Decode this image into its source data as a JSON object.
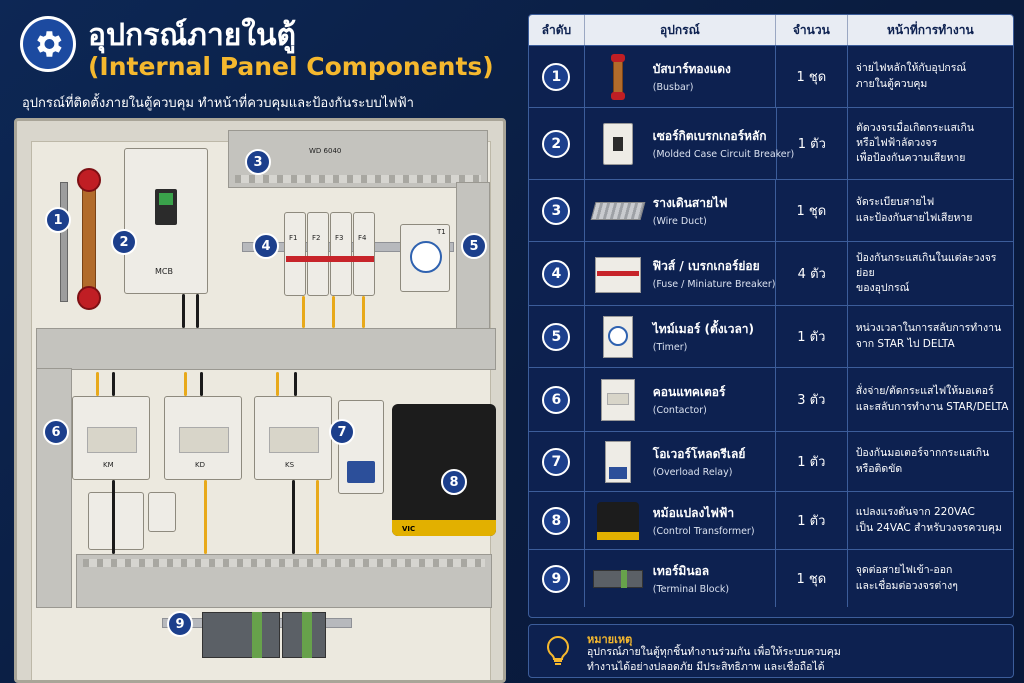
{
  "header": {
    "title_th": "อุปกรณ์ภายในตู้",
    "title_en": "(Internal Panel Components)",
    "subtitle": "อุปกรณ์ที่ติดตั้งภายในตู้ควบคุม ทำหน้าที่ควบคุมและป้องกันระบบไฟฟ้า",
    "icon": "gear-icon"
  },
  "panel": {
    "markers": [
      "1",
      "2",
      "3",
      "4",
      "5",
      "6",
      "7",
      "8",
      "9"
    ],
    "labels": {
      "mcb": "MCB",
      "fuse": [
        "F1",
        "F2",
        "F3",
        "F4"
      ],
      "timer": "T1",
      "contactors": [
        "KM",
        "KD",
        "KS"
      ],
      "transformer_brand": "VIC",
      "duct_mark": "WD 6040"
    }
  },
  "table": {
    "headers": [
      "ลำดับ",
      "อุปกรณ์",
      "จำนวน",
      "หน้าที่การทำงาน"
    ],
    "rows": [
      {
        "no": "1",
        "name_th": "บัสบาร์ทองแดง",
        "name_en": "(Busbar)",
        "qty": "1 ชุด",
        "func": [
          "จ่ายไฟหลักให้กับอุปกรณ์",
          "ภายในตู้ควบคุม"
        ],
        "icon": "busbar-icon"
      },
      {
        "no": "2",
        "name_th": "เซอร์กิตเบรกเกอร์หลัก",
        "name_en": "(Molded Case Circuit Breaker)",
        "qty": "1 ตัว",
        "func": [
          "ตัดวงจรเมื่อเกิดกระแสเกิน",
          "หรือไฟฟ้าลัดวงจร",
          "เพื่อป้องกันความเสียหาย"
        ],
        "icon": "circuit-breaker-icon"
      },
      {
        "no": "3",
        "name_th": "รางเดินสายไฟ",
        "name_en": "(Wire Duct)",
        "qty": "1 ชุด",
        "func": [
          "จัดระเบียบสายไฟ",
          "และป้องกันสายไฟเสียหาย"
        ],
        "icon": "wire-duct-icon"
      },
      {
        "no": "4",
        "name_th": "ฟิวส์ / เบรกเกอร์ย่อย",
        "name_en": "(Fuse / Miniature Breaker)",
        "qty": "4 ตัว",
        "func": [
          "ป้องกันกระแสเกินในแต่ละวงจรย่อย",
          "ของอุปกรณ์"
        ],
        "icon": "fuse-icon"
      },
      {
        "no": "5",
        "name_th": "ไทม์เมอร์ (ตั้งเวลา)",
        "name_en": "(Timer)",
        "qty": "1 ตัว",
        "func": [
          "หน่วงเวลาในการสลับการทำงาน",
          "จาก STAR ไป DELTA"
        ],
        "icon": "timer-icon"
      },
      {
        "no": "6",
        "name_th": "คอนแทคเตอร์",
        "name_en": "(Contactor)",
        "qty": "3 ตัว",
        "func": [
          "สั่งจ่าย/ตัดกระแสไฟให้มอเตอร์",
          "และสลับการทำงาน STAR/DELTA"
        ],
        "icon": "contactor-icon"
      },
      {
        "no": "7",
        "name_th": "โอเวอร์โหลดรีเลย์",
        "name_en": "(Overload Relay)",
        "qty": "1 ตัว",
        "func": [
          "ป้องกันมอเตอร์จากกระแสเกิน",
          "หรือติดขัด"
        ],
        "icon": "overload-relay-icon"
      },
      {
        "no": "8",
        "name_th": "หม้อแปลงไฟฟ้า",
        "name_en": "(Control Transformer)",
        "qty": "1 ตัว",
        "func": [
          "แปลงแรงดันจาก 220VAC",
          "เป็น 24VAC สำหรับวงจรควบคุม"
        ],
        "icon": "transformer-icon"
      },
      {
        "no": "9",
        "name_th": "เทอร์มินอล",
        "name_en": "(Terminal Block)",
        "qty": "1 ชุด",
        "func": [
          "จุดต่อสายไฟเข้า-ออก",
          "และเชื่อมต่อวงจรต่างๆ"
        ],
        "icon": "terminal-block-icon"
      }
    ]
  },
  "note": {
    "heading": "หมายเหตุ",
    "lines": [
      "อุปกรณ์ภายในตู้ทุกชิ้นทำงานร่วมกัน เพื่อให้ระบบควบคุม",
      "ทำงานได้อย่างปลอดภัย มีประสิทธิภาพ และเชื่อถือได้"
    ],
    "icon": "lightbulb-icon"
  },
  "colors": {
    "background": "#0b1f45",
    "accent": "#f5b82e",
    "marker": "#1c3f8c"
  }
}
